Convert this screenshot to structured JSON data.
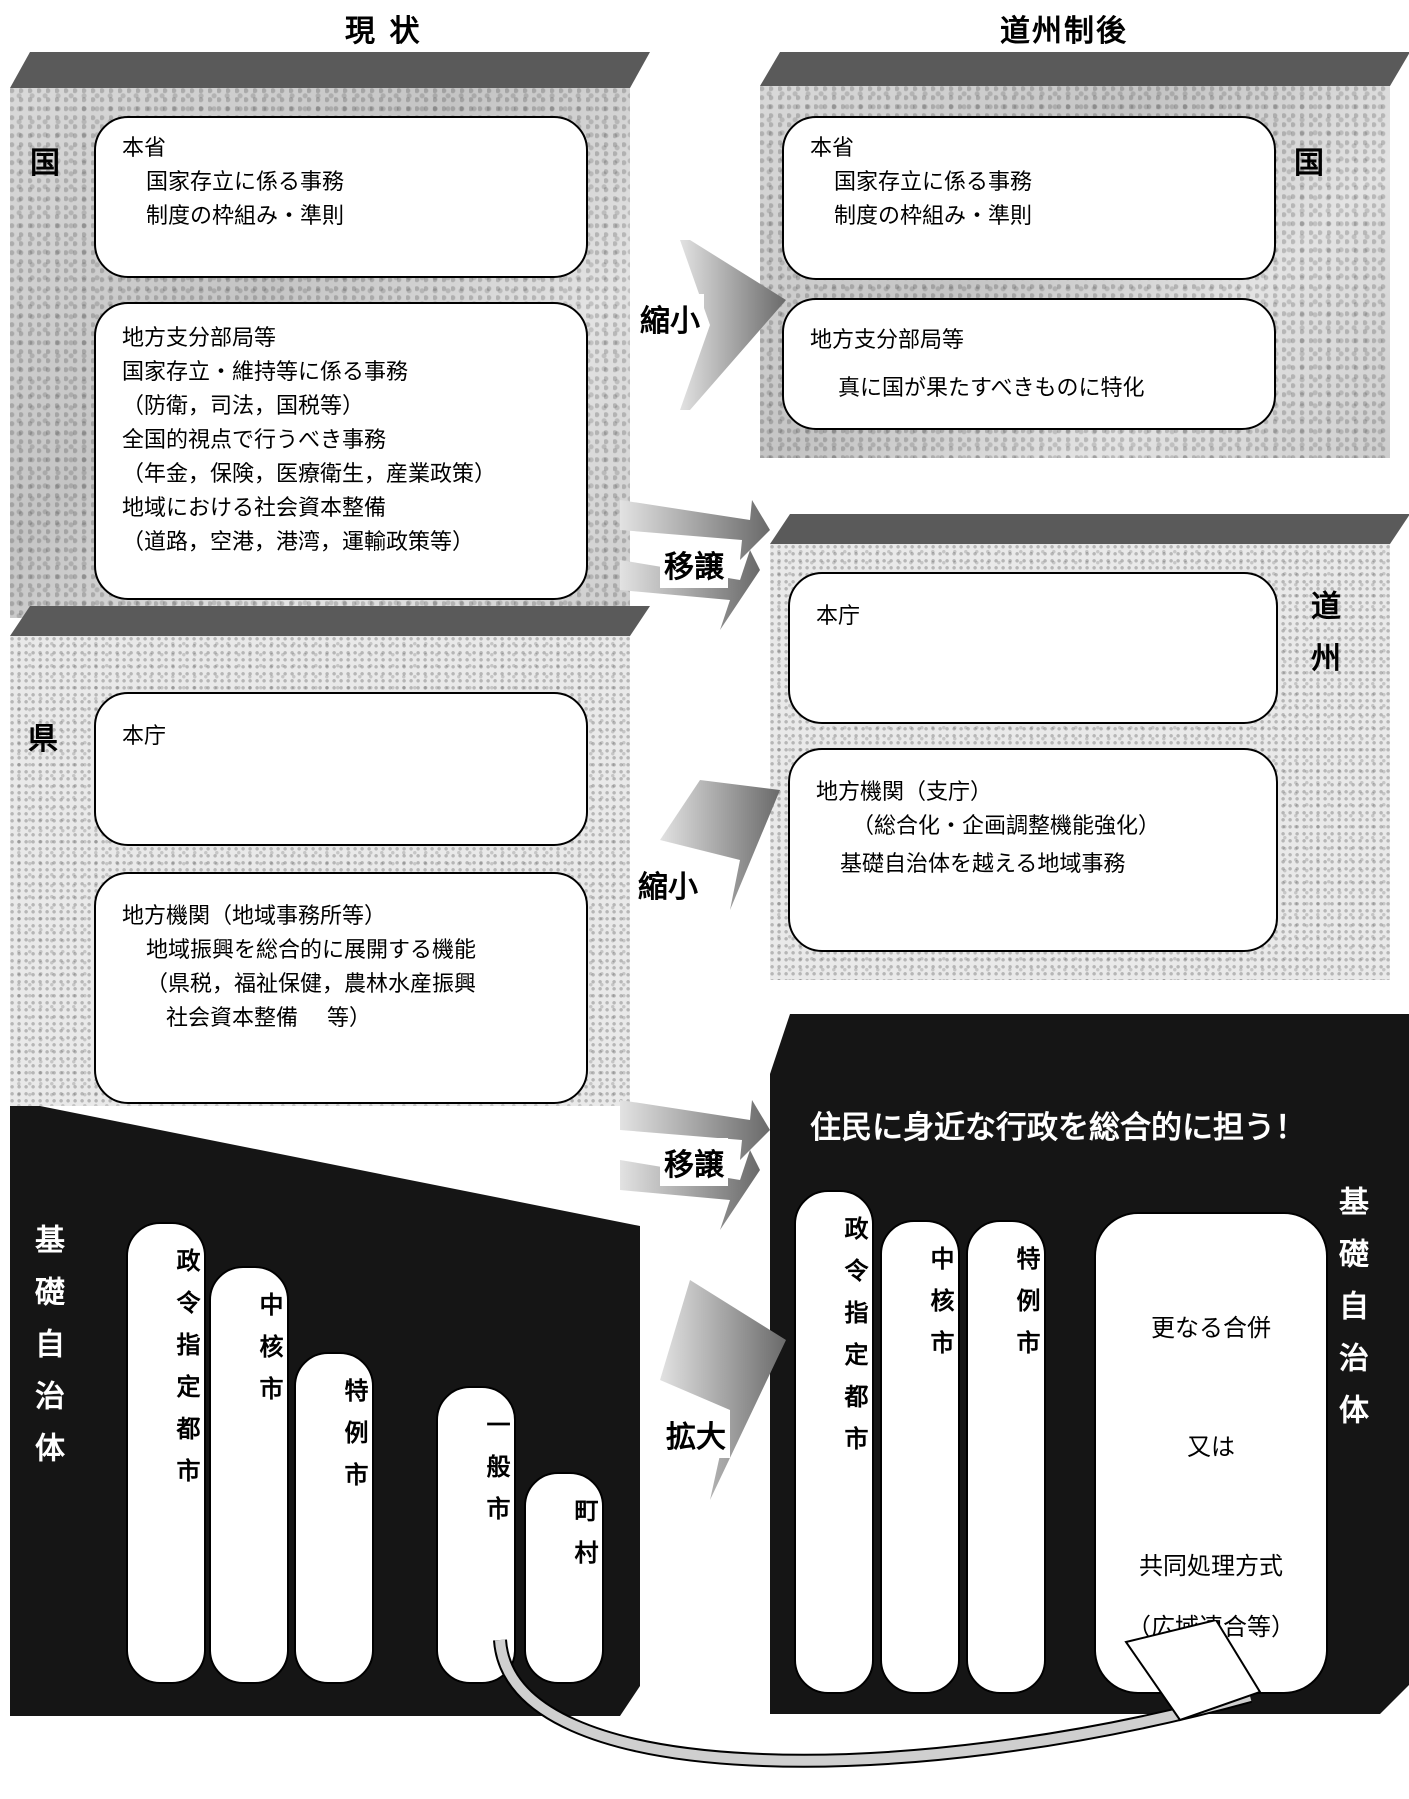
{
  "columns": {
    "current": "現 状",
    "after": "道州制後"
  },
  "current": {
    "kuni_label": "国",
    "honsho": {
      "title": "本省",
      "lines": [
        "国家存立に係る事務",
        "制度の枠組み・準則"
      ]
    },
    "chihou_shibun": {
      "title": "地方支分部局等",
      "lines": [
        "国家存立・維持等に係る事務",
        "（防衛，司法，国税等）",
        "全国的視点で行うべき事務",
        "（年金，保険，医療衛生，産業政策）",
        "地域における社会資本整備",
        "（道路，空港，港湾，運輸政策等）"
      ]
    },
    "ken_label": "県",
    "honcho": {
      "title": "本庁"
    },
    "chihou_kikan": {
      "title": "地方機関（地域事務所等）",
      "lines": [
        "地域振興を総合的に展開する機能",
        "（県税，福祉保健，農林水産振興",
        "社会資本整備　 等）"
      ]
    },
    "kiso_label": "基礎自治体",
    "municipalities": [
      "政令指定都市",
      "中核市",
      "特例市",
      "一般市",
      "町村"
    ]
  },
  "arrows": {
    "shukushou_1": "縮小",
    "ijou_1": "移譲",
    "shukushou_2": "縮小",
    "ijou_2": "移譲",
    "kakudai": "拡大"
  },
  "after": {
    "kuni_label": "国",
    "honsho": {
      "title": "本省",
      "lines": [
        "国家存立に係る事務",
        "制度の枠組み・準則"
      ]
    },
    "chihou_shibun": {
      "title": "地方支分部局等",
      "lines": [
        "真に国が果たすべきものに特化"
      ]
    },
    "doushu_label": "道州",
    "honcho": {
      "title": "本庁"
    },
    "chihou_kikan": {
      "title": "地方機関（支庁）",
      "lines": [
        "（総合化・企画調整機能強化）",
        "基礎自治体を越える地域事務"
      ]
    },
    "slogan": "住民に身近な行政を総合的に担う！",
    "kiso_label": "基礎自治体",
    "municipalities": [
      "政令指定都市",
      "中核市",
      "特例市"
    ],
    "merger": [
      "更なる合併",
      "又は",
      "共同処理方式",
      "（広域連合等）"
    ]
  }
}
